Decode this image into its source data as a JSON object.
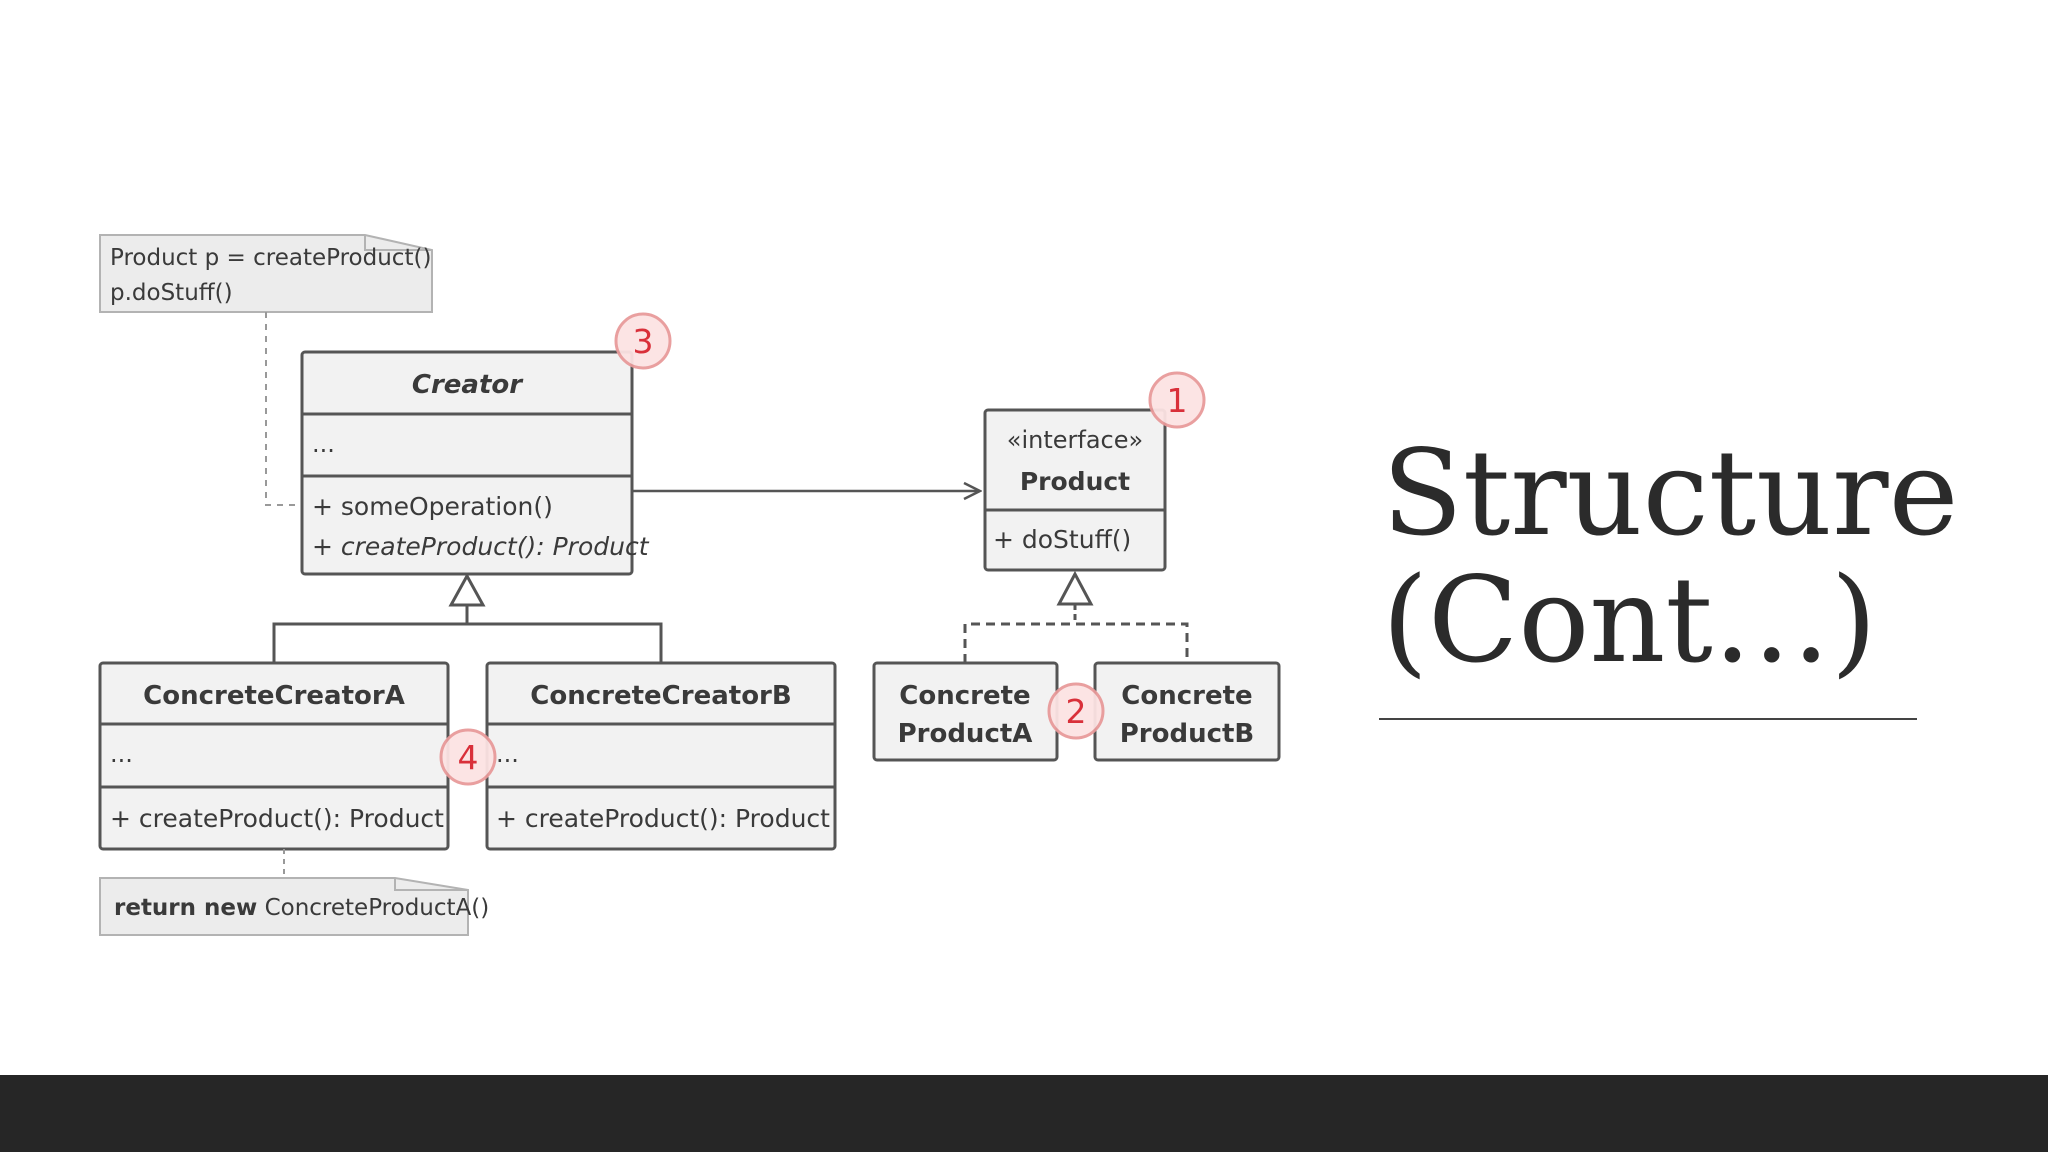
{
  "slide": {
    "title_line1": "Structure",
    "title_line2": "(Cont…)"
  },
  "diagram": {
    "notes": {
      "top": {
        "line1": "Product p = createProduct()",
        "line2": "p.doStuff()"
      },
      "bottom": {
        "bold": "return new",
        "rest": " ConcreteProductA()"
      }
    },
    "creator": {
      "name": "Creator",
      "fields": "...",
      "method1": "+ someOperation()",
      "method2": "+ createProduct(): Product"
    },
    "product": {
      "stereotype": "«interface»",
      "name": "Product",
      "method": "+ doStuff()"
    },
    "concrete_creator_a": {
      "name": "ConcreteCreatorA",
      "fields": "...",
      "method": "+ createProduct(): Product"
    },
    "concrete_creator_b": {
      "name": "ConcreteCreatorB",
      "fields": "...",
      "method": "+ createProduct(): Product"
    },
    "concrete_product_a": {
      "line1": "Concrete",
      "line2": "ProductA"
    },
    "concrete_product_b": {
      "line1": "Concrete",
      "line2": "ProductB"
    },
    "badges": [
      "1",
      "2",
      "3",
      "4"
    ]
  },
  "colors": {
    "box_fill": "#f2f2f2",
    "box_stroke": "#555555",
    "note_fill": "#ececec",
    "badge_fill": "#fce3e3",
    "badge_stroke": "#e89a9a",
    "badge_text": "#d9303a",
    "footer": "#262626"
  }
}
